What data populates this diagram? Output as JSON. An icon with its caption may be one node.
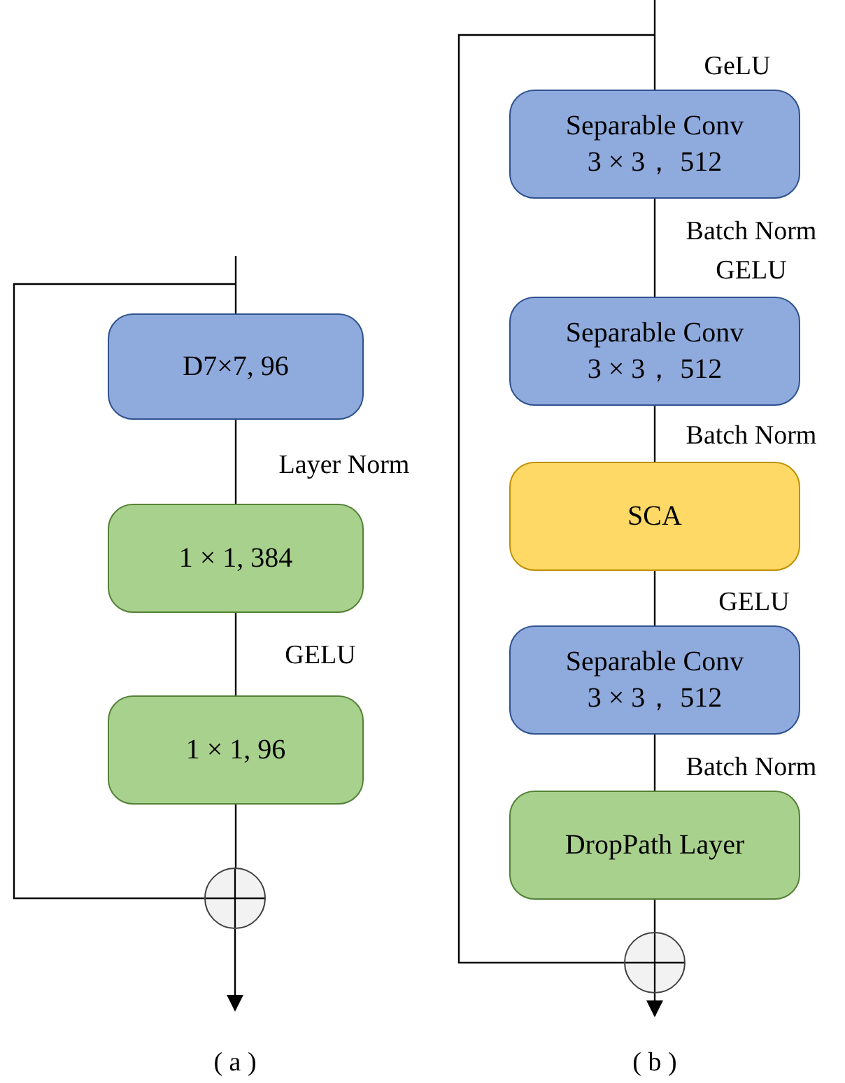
{
  "diagram": {
    "nodes": [
      {
        "text": [
          "D7×7, 96"
        ]
      },
      {
        "text": [
          "1 × 1, 384"
        ]
      },
      {
        "text": [
          "1 × 1, 96"
        ]
      },
      {
        "text": [],
        "shape": "circle"
      },
      {
        "text": [
          "Separable Conv",
          "3 × 3， 512"
        ]
      },
      {
        "text": [
          "Separable Conv",
          "3 × 3， 512"
        ]
      },
      {
        "text": [
          "SCA"
        ]
      },
      {
        "text": [
          "Separable Conv",
          "3 × 3， 512"
        ]
      },
      {
        "text": [
          "DropPath Layer"
        ]
      },
      {
        "text": [],
        "shape": "circle"
      }
    ],
    "edges": [
      {
        "from": null,
        "to": 0,
        "arrow": "none"
      },
      {
        "from": null,
        "to": 3,
        "arrow": "none"
      },
      {
        "from": 0,
        "to": 1,
        "arrow": "none",
        "label": "Layer Norm"
      },
      {
        "from": 1,
        "to": 2,
        "arrow": "none",
        "label": "GELU"
      },
      {
        "from": 2,
        "to": 3,
        "arrow": "none"
      },
      {
        "from": 3,
        "to": null,
        "arrow": "to"
      },
      {
        "from": null,
        "to": 4,
        "arrow": "none",
        "label": "GeLU"
      },
      {
        "from": null,
        "to": 9,
        "arrow": "none"
      },
      {
        "from": 4,
        "to": 5,
        "arrow": "none",
        "label": "Batch Norm GELU"
      },
      {
        "from": 5,
        "to": 6,
        "arrow": "none",
        "label": "Batch Norm"
      },
      {
        "from": 6,
        "to": 7,
        "arrow": "none",
        "label": "GELU"
      },
      {
        "from": 7,
        "to": 8,
        "arrow": "none",
        "label": "Batch Norm"
      },
      {
        "from": 8,
        "to": 9,
        "arrow": "none"
      },
      {
        "from": 9,
        "to": null,
        "arrow": "to"
      }
    ],
    "labels": [
      "( a )",
      "( b )"
    ]
  }
}
